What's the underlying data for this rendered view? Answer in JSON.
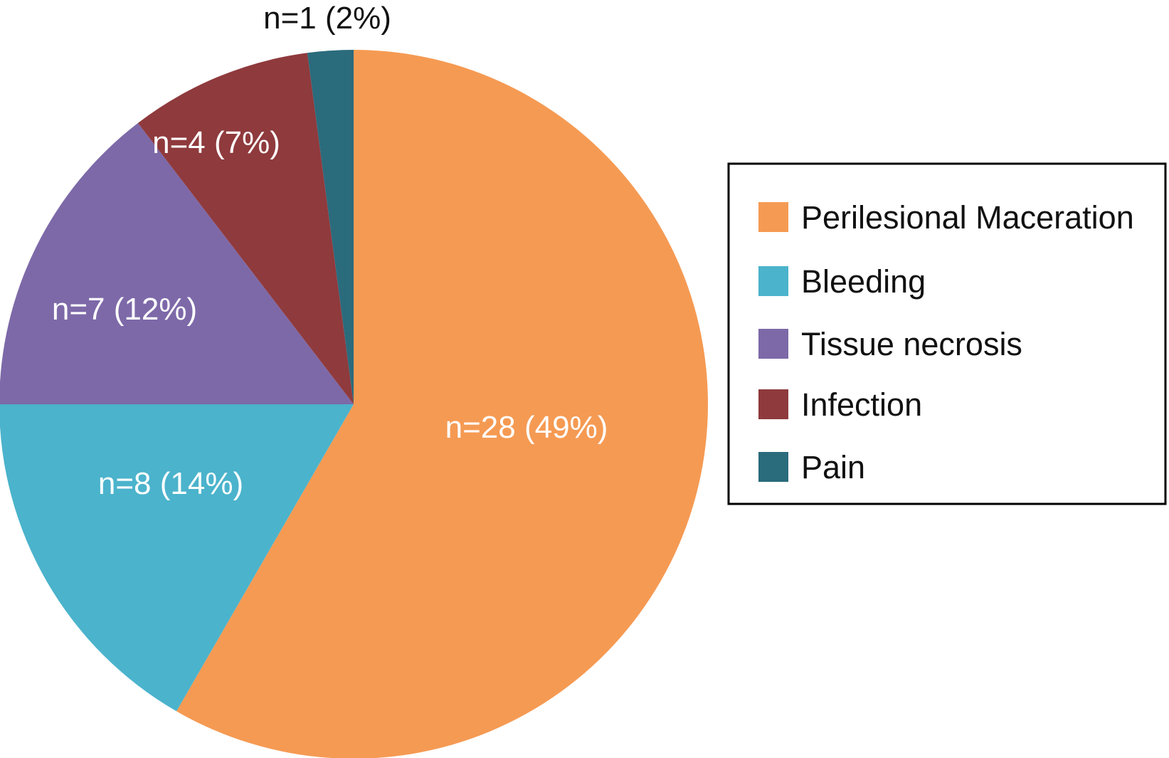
{
  "chart_data": {
    "type": "pie",
    "title": "",
    "slices": [
      {
        "name": "Perilesional Maceration",
        "value": 28,
        "percent": 49,
        "label": "n=28 (49%)",
        "color": "#F59A53"
      },
      {
        "name": "Bleeding",
        "value": 8,
        "percent": 14,
        "label": "n=8 (14%)",
        "color": "#4BB3CC"
      },
      {
        "name": "Tissue necrosis",
        "value": 7,
        "percent": 12,
        "label": "n=7 (12%)",
        "color": "#7D69A8"
      },
      {
        "name": "Infection",
        "value": 4,
        "percent": 7,
        "label": "n=4 (7%)",
        "color": "#8F3A3D"
      },
      {
        "name": "Pain",
        "value": 1,
        "percent": 2,
        "label": "n=1 (2%)",
        "color": "#2A6B7C"
      }
    ],
    "start_angle": "12 o'clock",
    "direction": "clockwise",
    "legend_position": "right",
    "legend_border": true
  }
}
